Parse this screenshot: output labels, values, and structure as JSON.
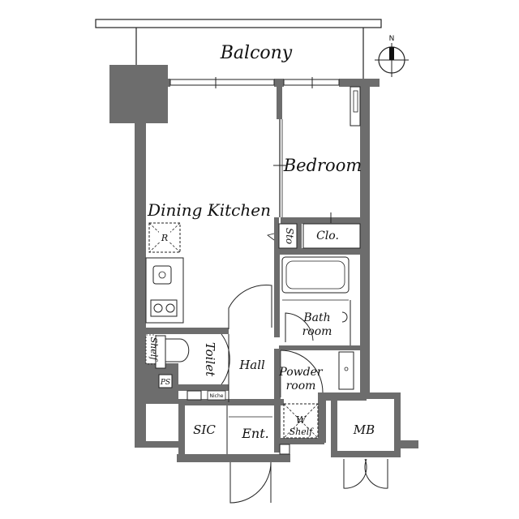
{
  "plan": {
    "rooms": {
      "balcony": "Balcony",
      "bedroom": "Bedroom",
      "dining_kitchen": "Dining Kitchen",
      "bath": [
        "Bath",
        "room"
      ],
      "powder": [
        "Powder",
        "room"
      ],
      "toilet": "Toilet",
      "hall": "Hall",
      "sic": "SIC",
      "entrance": "Ent.",
      "mb": "MB",
      "closet": "Clo.",
      "storage": "Sto",
      "w_shelf": [
        "W",
        "Shelf"
      ],
      "shelf": "Shelf",
      "ps": "PS",
      "niche": "Niche",
      "refrigerator": "R"
    },
    "compass_label": "N",
    "colors": {
      "wall": "#6d6d6d",
      "line": "#222222",
      "background": "#ffffff"
    }
  }
}
